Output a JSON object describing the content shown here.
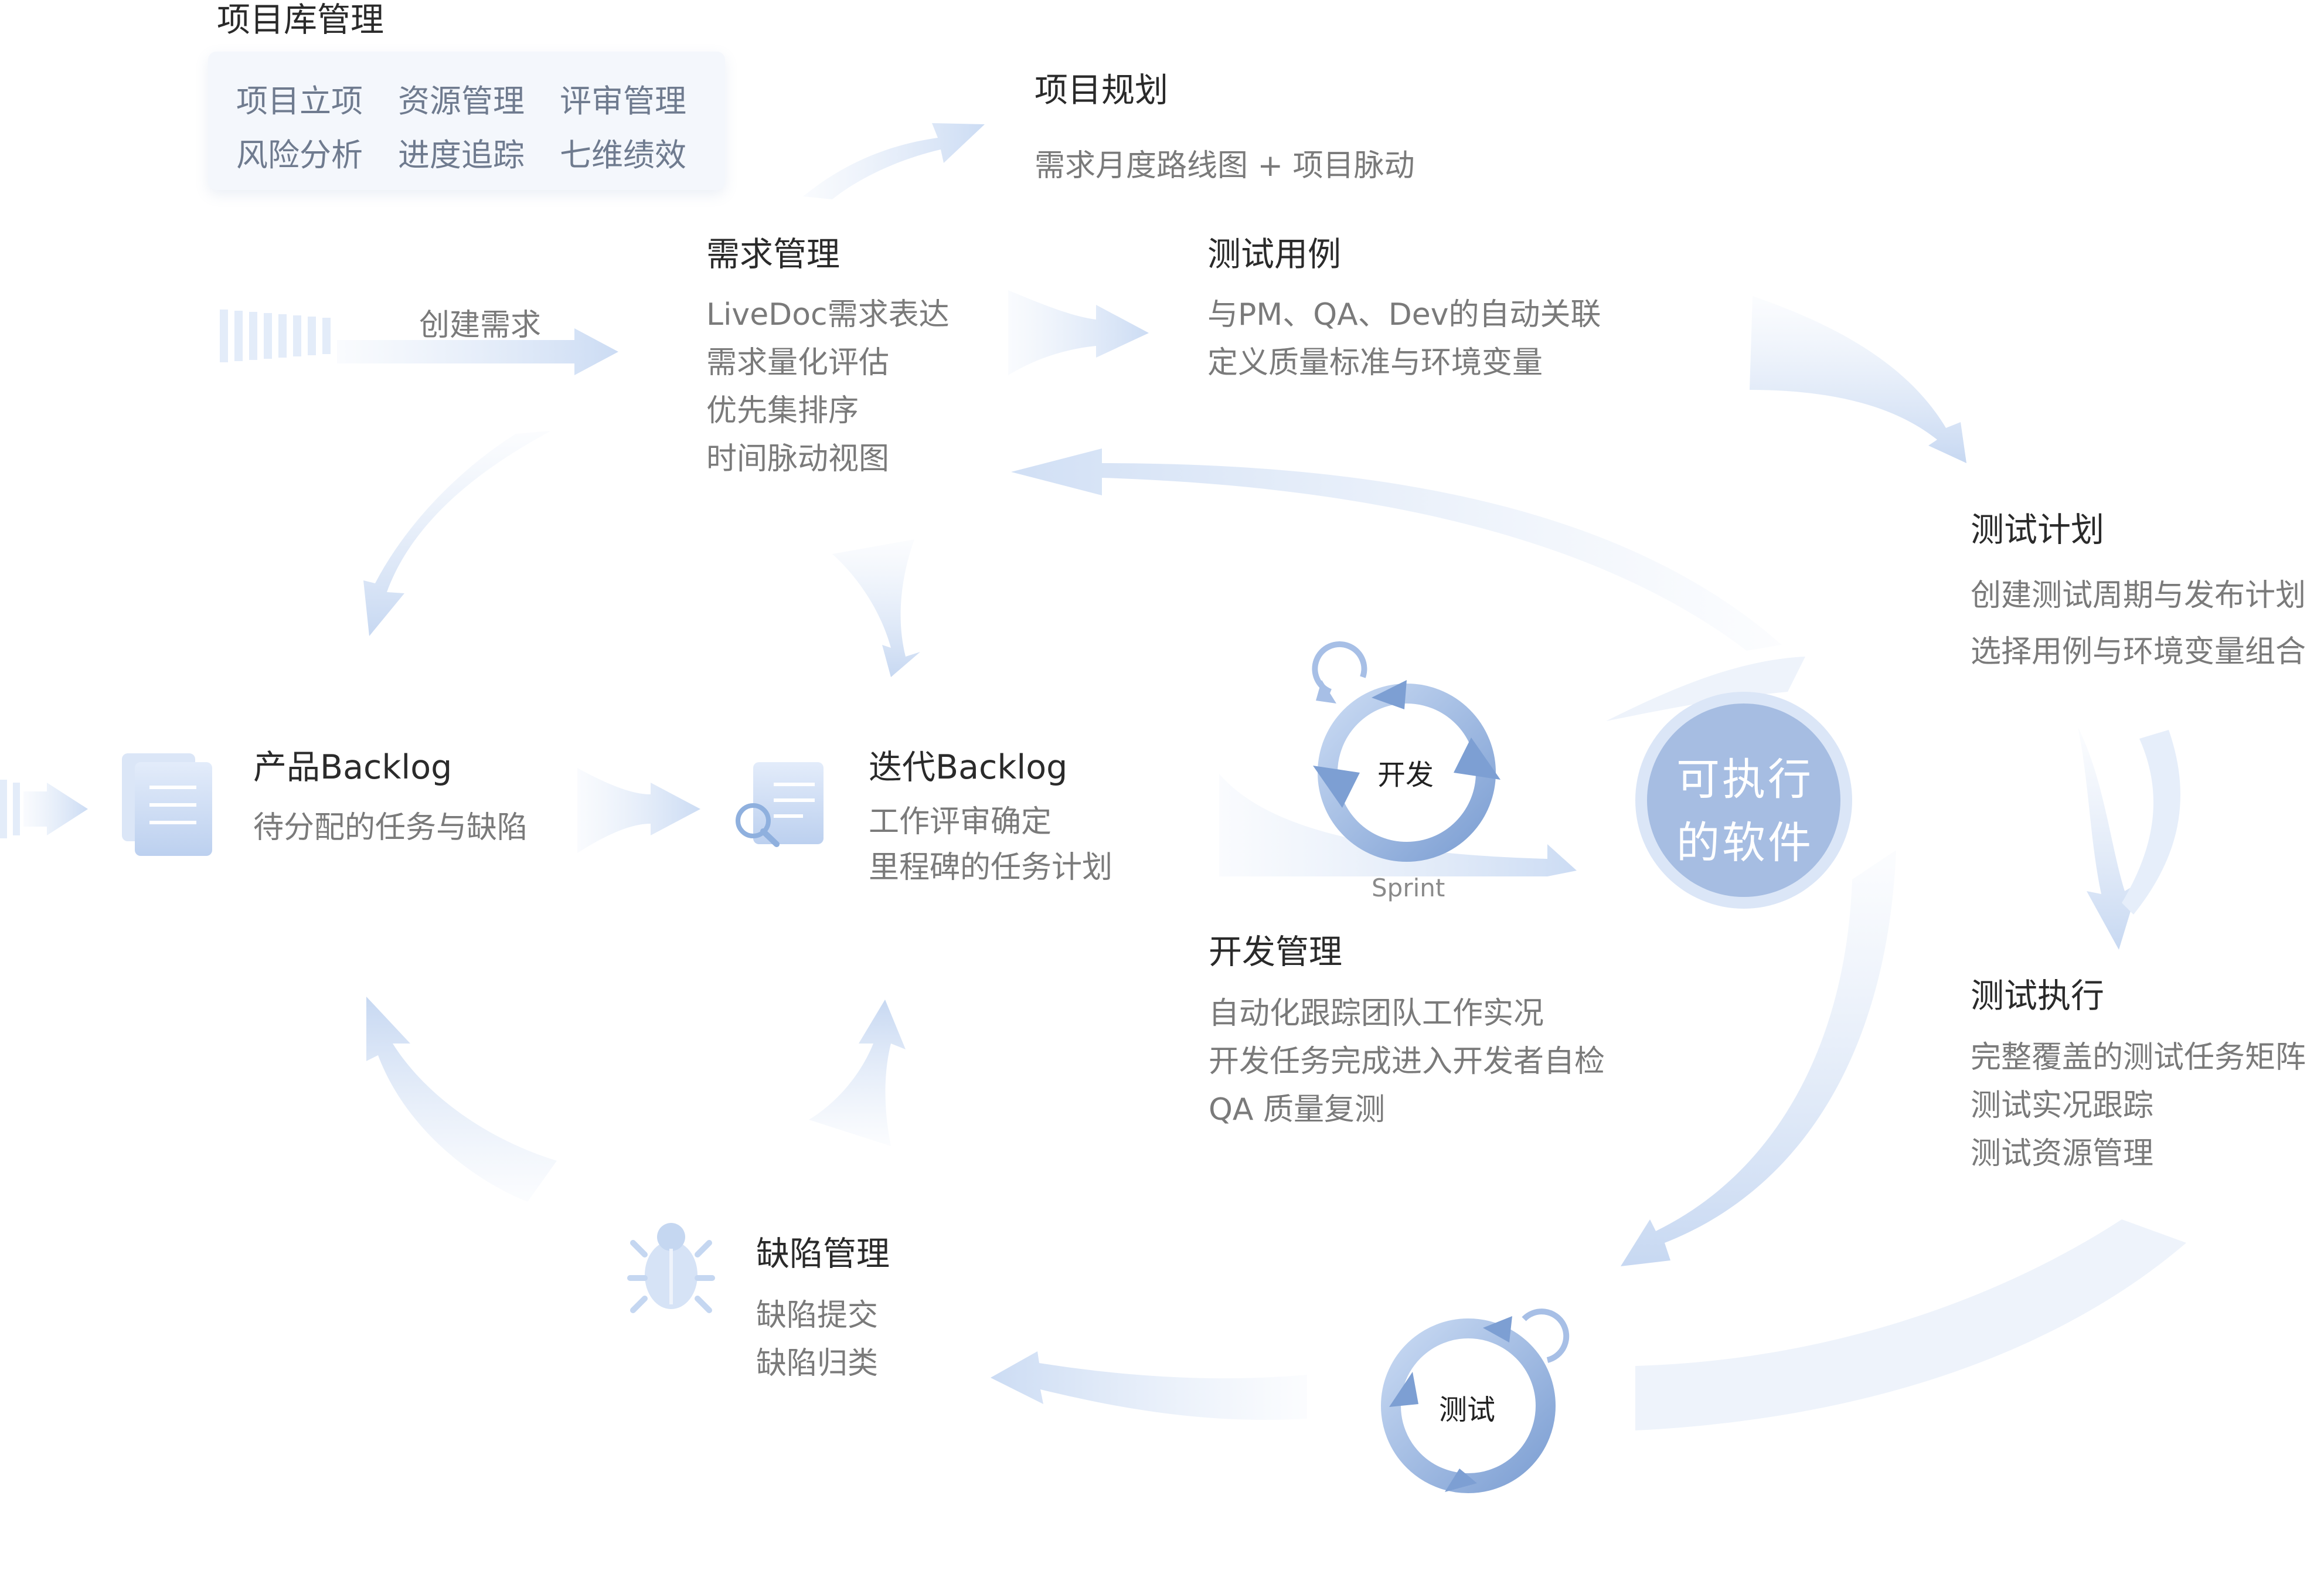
{
  "library": {
    "title": "项目库管理",
    "items_row1": [
      "项目立项",
      "资源管理",
      "评审管理"
    ],
    "items_row2": [
      "风险分析",
      "进度追踪",
      "七维绩效"
    ]
  },
  "planning": {
    "title": "项目规划",
    "desc": "需求月度路线图 + 项目脉动"
  },
  "create_label": "创建需求",
  "requirements": {
    "title": "需求管理",
    "lines": [
      "LiveDoc需求表达",
      "需求量化评估",
      "优先集排序",
      "时间脉动视图"
    ]
  },
  "test_cases": {
    "title": "测试用例",
    "lines": [
      "与PM、QA、Dev的自动关联",
      "定义质量标准与环境变量"
    ]
  },
  "test_plan": {
    "title": "测试计划",
    "lines": [
      "创建测试周期与发布计划",
      "选择用例与环境变量组合"
    ]
  },
  "product_backlog": {
    "title": "产品Backlog",
    "desc": "待分配的任务与缺陷"
  },
  "iteration_backlog": {
    "title": "迭代Backlog",
    "lines": [
      "工作评审确定",
      "里程碑的任务计划"
    ]
  },
  "dev_cycle": {
    "label": "开发",
    "sprint": "Sprint"
  },
  "software": {
    "line1": "可执行",
    "line2": "的软件"
  },
  "dev_mgmt": {
    "title": "开发管理",
    "lines": [
      "自动化跟踪团队工作实况",
      "开发任务完成进入开发者自检",
      "QA 质量复测"
    ]
  },
  "test_exec": {
    "title": "测试执行",
    "lines": [
      "完整覆盖的测试任务矩阵",
      "测试实况跟踪",
      "测试资源管理"
    ]
  },
  "defects": {
    "title": "缺陷管理",
    "lines": [
      "缺陷提交",
      "缺陷归类"
    ]
  },
  "test_cycle": {
    "label": "测试"
  },
  "colors": {
    "arrow": "#dbe6f7",
    "accent": "#8fb0de",
    "circle": "#a9c0e4"
  },
  "icons": [
    "document-stack-icon",
    "document-search-icon",
    "bug-icon",
    "cycle-arrow-icon"
  ]
}
